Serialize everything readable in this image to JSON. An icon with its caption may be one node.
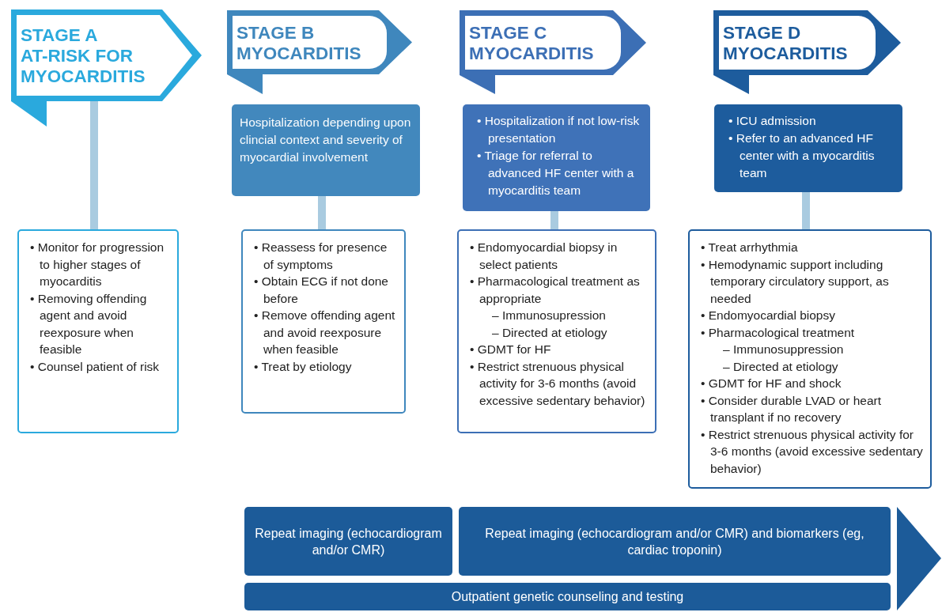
{
  "diagram": {
    "nodes": [
      {
        "text": [
          "STAGE A",
          "AT-RISK FOR MYOCARDITIS"
        ]
      },
      {
        "text": [
          "• Monitor for progression to higher stages of myocarditis",
          "• Removing offending agent and avoid reexposure when feasible",
          "• Counsel patient of risk"
        ]
      },
      {
        "text": [
          "STAGE B",
          "MYOCARDITIS"
        ]
      },
      {
        "text": [
          "Hospitalization depending upon clincial context and severity of myocardial involvement"
        ]
      },
      {
        "text": [
          "• Reassess for presence of symptoms",
          "• Obtain ECG if not done before",
          "• Remove offending agent and avoid reexposure when feasible",
          "• Treat by etiology"
        ]
      },
      {
        "text": [
          "STAGE C",
          "MYOCARDITIS"
        ]
      },
      {
        "text": [
          "• Hospitalization if not low-risk presentation",
          "• Triage for referral to advanced HF center with a myocarditis team"
        ]
      },
      {
        "text": [
          "• Endomyocardial biopsy in select patients",
          "• Pharmacological treatment as appropriate",
          "– Immunosupression",
          "– Directed at etiology",
          "• GDMT for HF",
          "• Restrict strenuous physical activity for 3-6 months (avoid excessive sedentary behavior)"
        ]
      },
      {
        "text": [
          "STAGE D",
          "MYOCARDITIS"
        ]
      },
      {
        "text": [
          "• ICU admission",
          "• Refer to an advanced HF center with a myocarditis team"
        ]
      },
      {
        "text": [
          "• Treat arrhythmia",
          "• Hemodynamic support including temporary circulatory support, as needed",
          "• Endomyocardial biopsy",
          "• Pharmacological treatment",
          "– Immunosuppression",
          "– Directed at etiology",
          "• GDMT for HF and shock",
          "• Consider durable LVAD or heart transplant if no recovery",
          "• Restrict strenuous physical activity for 3-6 months (avoid excessive sedentary behavior)"
        ]
      },
      {
        "text": [
          "Repeat imaging (echocardiogram and/or CMR)"
        ]
      },
      {
        "text": [
          "Repeat imaging (echocardiogram and/or CMR) and biomarkers (eg, cardiac troponin)"
        ]
      },
      {
        "text": [
          "Outpatient genetic counseling and testing"
        ]
      }
    ],
    "edges": [
      {
        "from": 0,
        "to": 1,
        "arrow": "none"
      },
      {
        "from": 3,
        "to": 4,
        "arrow": "none"
      },
      {
        "from": 6,
        "to": 7,
        "arrow": "none"
      },
      {
        "from": 9,
        "to": 10,
        "arrow": "none"
      }
    ]
  }
}
